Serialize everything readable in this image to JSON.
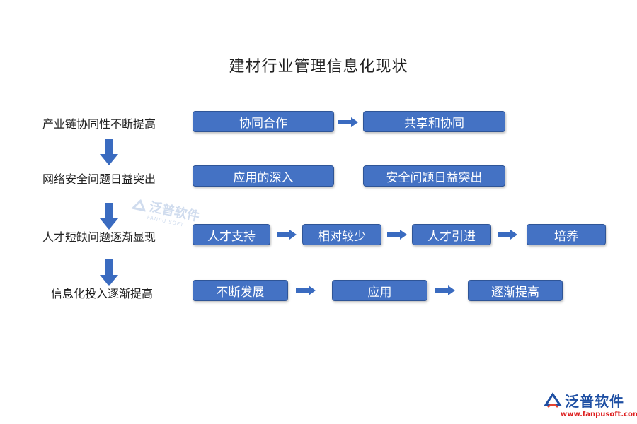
{
  "title": "建材行业管理信息化现状",
  "rows": [
    {
      "label": "产业链协同性不断提高",
      "boxes": [
        "协同合作",
        "共享和协同"
      ]
    },
    {
      "label": "网络安全问题日益突出",
      "boxes": [
        "应用的深入",
        "安全问题日益突出"
      ]
    },
    {
      "label": "人才短缺问题逐渐显现",
      "boxes": [
        "人才支持",
        "相对较少",
        "人才引进",
        "培养"
      ]
    },
    {
      "label": "信息化投入逐渐提高",
      "boxes": [
        "不断发展",
        "应用",
        "逐渐提高"
      ]
    }
  ],
  "watermark": {
    "text": "泛普软件",
    "sub": "FANPU SOFT"
  },
  "logo": {
    "brand": "泛普软件",
    "url": "www.fanpusoft.com"
  },
  "colors": {
    "box_fill": "#4472c4",
    "box_border": "#2f5597",
    "arrow": "#3a6bc0"
  }
}
